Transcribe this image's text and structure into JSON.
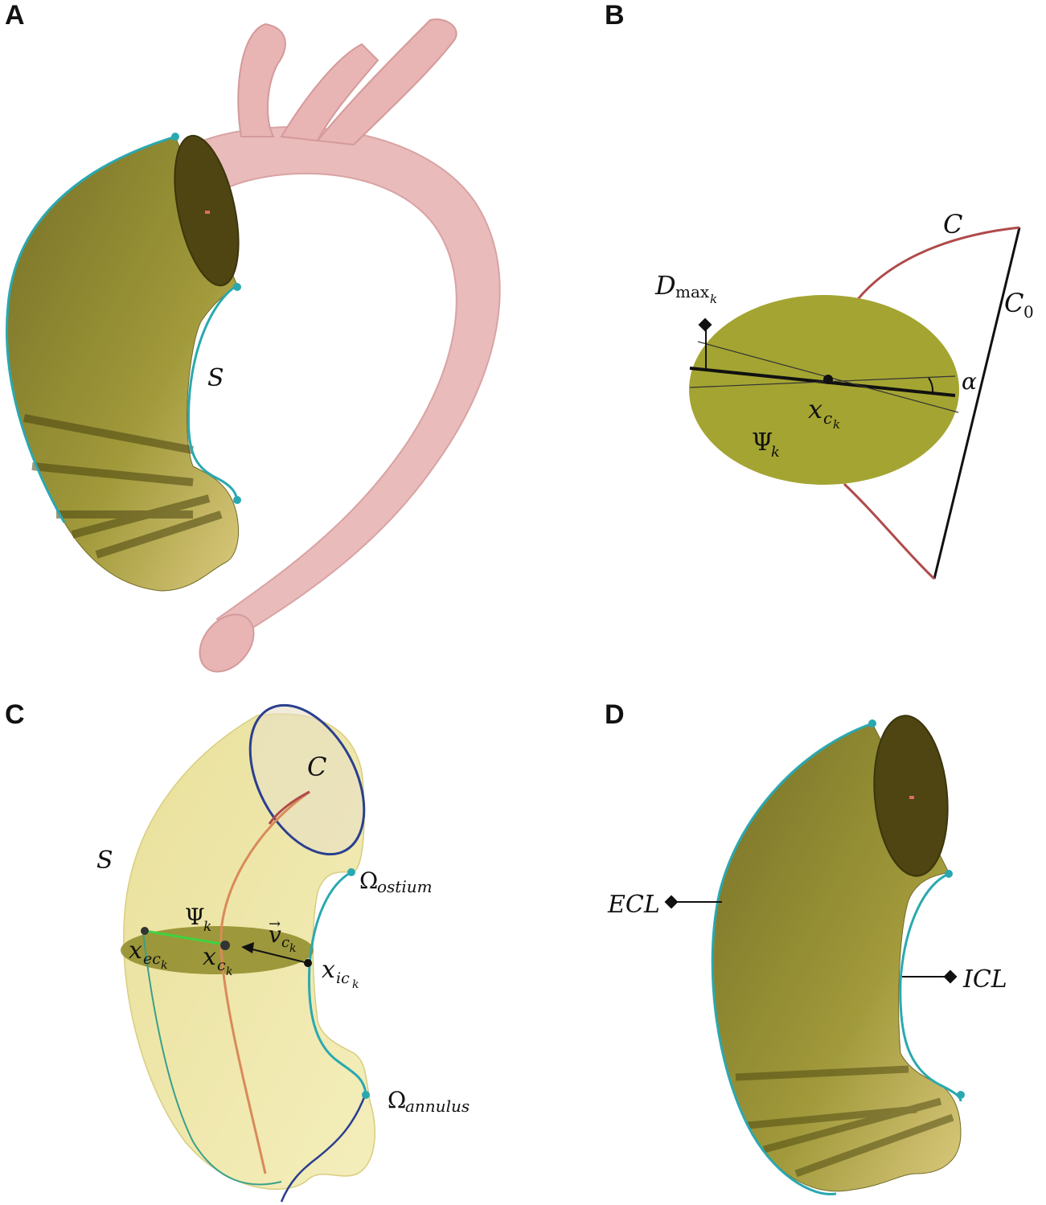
{
  "panels": {
    "a": {
      "letter": "A",
      "surface_label": "S"
    },
    "b": {
      "letter": "B",
      "curve_label": "C",
      "chord_label": "C",
      "chord_sub": "0",
      "dmax_main": "D",
      "dmax_sub": "max",
      "dmax_subsub": "k",
      "alpha_label": "α",
      "center_main": "x",
      "center_sub": "c",
      "center_subsub": "k",
      "psi_main": "Ψ",
      "psi_sub": "k"
    },
    "c": {
      "letter": "C",
      "curve_label": "C",
      "surface_label": "S",
      "ostium_main": "Ω",
      "ostium_sub": "ostium",
      "annulus_main": "Ω",
      "annulus_sub": "annulus",
      "psi_main": "Ψ",
      "psi_sub": "k",
      "xe_main": "x",
      "xe_sub": "ec",
      "xe_subsub": "k",
      "xc_main": "x",
      "xc_sub": "c",
      "xc_subsub": "k",
      "xi_main": "x",
      "xi_sub": "ic",
      "xi_subsub": "k",
      "v_main": "v",
      "v_sub": "c",
      "v_subsub": "k",
      "v_arrow": "→"
    },
    "d": {
      "letter": "D",
      "ecl_label": "ECL",
      "icl_label": "ICL"
    }
  },
  "colors": {
    "aorta_pink": "#e8b4b4",
    "root_olive": "#9a9a2e",
    "root_dark": "#4a4410",
    "surface_yellow": "#efe6a0",
    "centerline_red": "#b04a4a",
    "contour_blue": "#2a3f8f",
    "outline_cyan": "#2aa8b0",
    "ext_green": "#3fd23f"
  }
}
